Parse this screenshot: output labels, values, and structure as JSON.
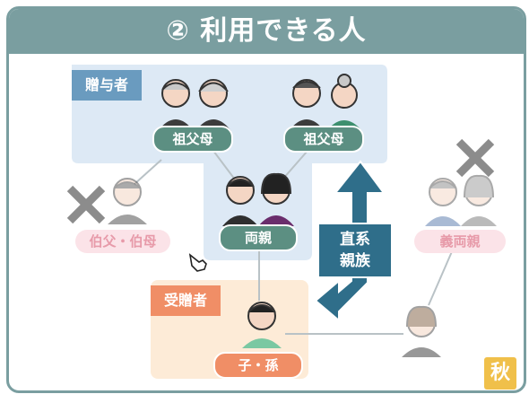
{
  "title": "② 利用できる人",
  "tags": {
    "giver": "贈与者",
    "receiver": "受贈者"
  },
  "labels": {
    "grandparents_left": "祖父母",
    "grandparents_right": "祖父母",
    "parents": "両親",
    "uncle_aunt": "伯父・伯母",
    "in_laws": "義両親",
    "child_grandchild": "子・孫"
  },
  "direct_line": {
    "line1": "直系",
    "line2": "親族"
  },
  "stamp": "秋",
  "colors": {
    "frame": "#7a9ea0",
    "giver_zone": "#dde9f5",
    "receiver_zone": "#fdebd7",
    "giver_tag": "#6a9bbf",
    "receiver_tag": "#f08e66",
    "pill_dark": "#5c8f82",
    "pill_pink": "#fbe3e8",
    "arrow": "#2f6e8a",
    "cross": "#8c8c8c"
  },
  "icons": [
    "cross-icon",
    "cross-icon",
    "hand-cursor-icon",
    "double-arrow-icon"
  ]
}
